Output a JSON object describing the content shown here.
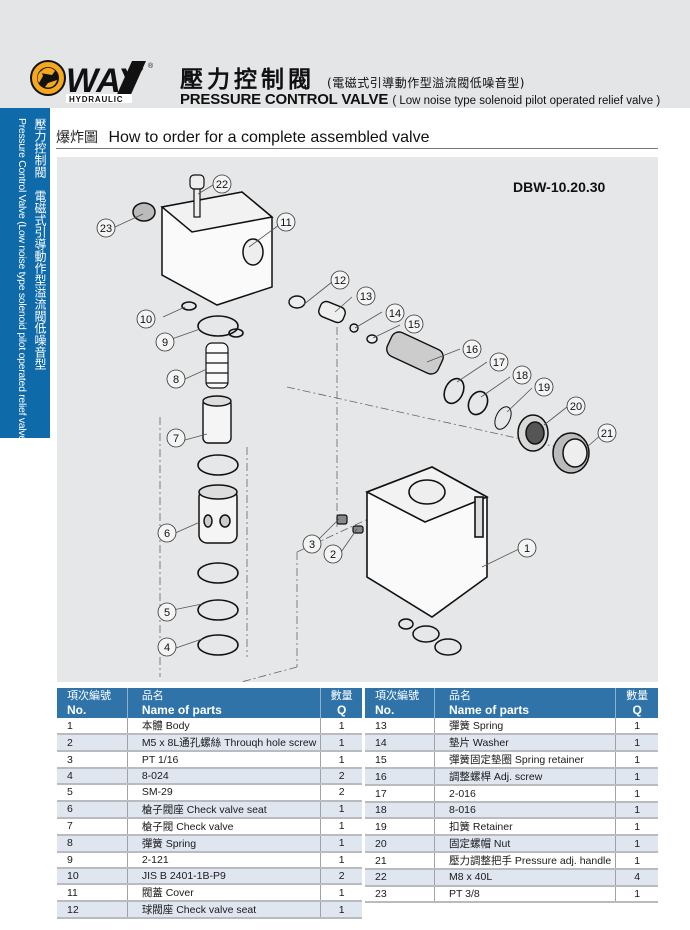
{
  "brand": {
    "logo_text": "WAY",
    "logo_sub": "HYDRAULIC",
    "registered_mark": "®",
    "colors": {
      "orange": "#f4a81d",
      "black": "#111111"
    }
  },
  "header": {
    "title_zh": "壓力控制閥",
    "subtitle_zh": "(電磁式引導動作型溢流閥低噪音型)",
    "title_en": "PRESSURE CONTROL VALVE",
    "subtitle_en": "( Low noise type solenoid pilot operated relief valve )"
  },
  "side_tab": {
    "label_zh": "壓力控制閥　電磁式引導動作型溢流閥低噪音型",
    "label_en": "Pressure Control Valve (Low noise type solenoid pilot operated relief valve)",
    "color": "#0e6aa8"
  },
  "section": {
    "title_zh": "爆炸圖",
    "title_en": "How to order for a complete assembled valve"
  },
  "diagram": {
    "model_code": "DBW-10.20.30",
    "callouts": [
      "1",
      "2",
      "3",
      "4",
      "5",
      "6",
      "7",
      "8",
      "9",
      "10",
      "11",
      "12",
      "13",
      "14",
      "15",
      "16",
      "17",
      "18",
      "19",
      "20",
      "21",
      "22",
      "23"
    ]
  },
  "table_headers": {
    "no_zh": "項次編號",
    "no_en": "No.",
    "name_zh": "品名",
    "name_en": "Name of parts",
    "q_zh": "數量",
    "q_en": "Q",
    "header_color": "#2f73a9"
  },
  "parts_left": [
    {
      "no": "1",
      "name": "本體 Body",
      "q": "1"
    },
    {
      "no": "2",
      "name": "M5 x 8L通孔螺絲 Throuqh hole screw",
      "q": "1"
    },
    {
      "no": "3",
      "name": "PT 1/16",
      "q": "1"
    },
    {
      "no": "4",
      "name": "8-024",
      "q": "2"
    },
    {
      "no": "5",
      "name": "SM-29",
      "q": "2"
    },
    {
      "no": "6",
      "name": "槍子閥座 Check valve seat",
      "q": "1"
    },
    {
      "no": "7",
      "name": "槍子閥 Check valve",
      "q": "1"
    },
    {
      "no": "8",
      "name": "彈簧 Spring",
      "q": "1"
    },
    {
      "no": "9",
      "name": "2-121",
      "q": "1"
    },
    {
      "no": "10",
      "name": "JIS B 2401-1B-P9",
      "q": "2"
    },
    {
      "no": "11",
      "name": "閥蓋 Cover",
      "q": "1"
    },
    {
      "no": "12",
      "name": "球閥座 Check valve seat",
      "q": "1"
    }
  ],
  "parts_right": [
    {
      "no": "13",
      "name": "彈簧 Spring",
      "q": "1"
    },
    {
      "no": "14",
      "name": "墊片 Washer",
      "q": "1"
    },
    {
      "no": "15",
      "name": "彈簧固定墊圈 Spring retainer",
      "q": "1"
    },
    {
      "no": "16",
      "name": "調整螺桿 Adj. screw",
      "q": "1"
    },
    {
      "no": "17",
      "name": "2-016",
      "q": "1"
    },
    {
      "no": "18",
      "name": "8-016",
      "q": "1"
    },
    {
      "no": "19",
      "name": "扣簧 Retainer",
      "q": "1"
    },
    {
      "no": "20",
      "name": "固定螺帽 Nut",
      "q": "1"
    },
    {
      "no": "21",
      "name": "壓力調整把手 Pressure adj. handle",
      "q": "1"
    },
    {
      "no": "22",
      "name": "M8 x 40L",
      "q": "4"
    },
    {
      "no": "23",
      "name": "PT 3/8",
      "q": "1"
    }
  ]
}
